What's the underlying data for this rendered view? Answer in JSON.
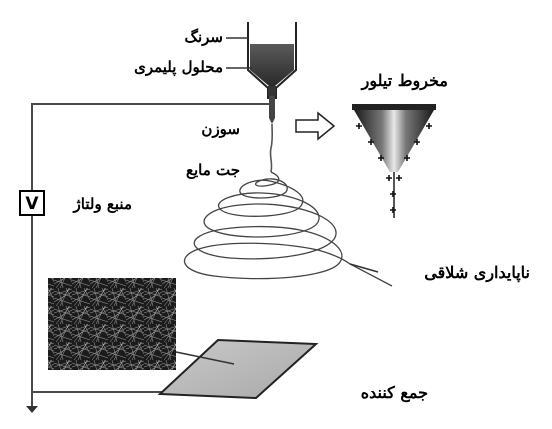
{
  "labels": {
    "syringe": "سرنگ",
    "polymer_solution": "محلول پلیمری",
    "needle": "سوزن",
    "liquid_jet": "جت مایع",
    "taylor_cone": "مخروط تیلور",
    "voltage_source": "منبع ولتاژ",
    "whipping_instability": "ناپایداری شلاقی",
    "collector": "جمع کننده",
    "voltage_symbol": "V"
  }
}
